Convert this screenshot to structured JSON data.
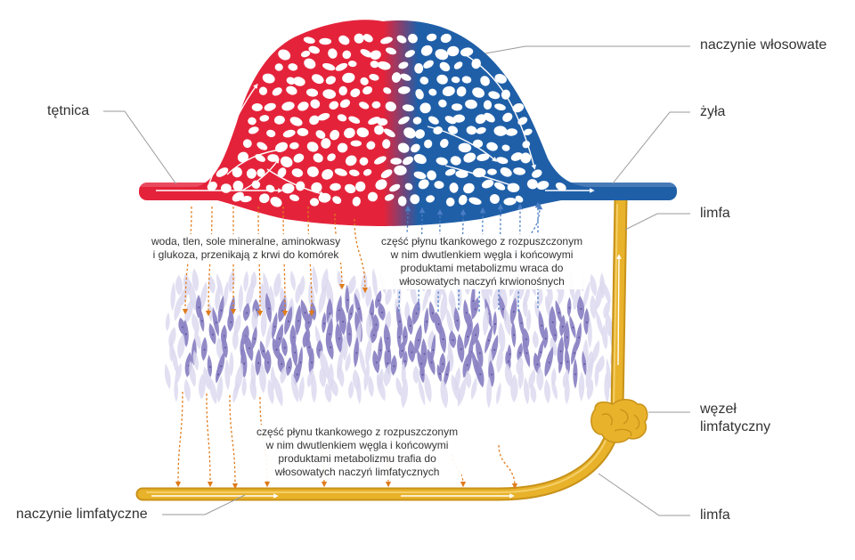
{
  "labels": {
    "capillary": "naczynie włosowate",
    "artery": "tętnica",
    "vein": "żyła",
    "lymph_top": "limfa",
    "lymph_node_line1": "węzeł",
    "lymph_node_line2": "limfatyczny",
    "lymph_vessel": "naczynie limfatyczne",
    "lymph_bottom": "limfa"
  },
  "captions": {
    "to_cells": [
      "woda, tlen, sole mineralne, aminokwasy",
      "i glukoza, przenikają z krwi do komórek"
    ],
    "to_blood": [
      "część płynu tkankowego z rozpuszczonym",
      "w nim dwutlenkiem węgla i końcowymi",
      "produktami metabolizmu wraca do",
      "włosowatych naczyń krwionośnych"
    ],
    "to_lymph": [
      "część płynu tkankowego z rozpuszczonym",
      "w nim dwutlenkiem węgla i końcowymi",
      "produktami metabolizmu trafia do",
      "włosowatych naczyń limfatycznych"
    ]
  },
  "colors": {
    "arterial": "#e4233a",
    "venous": "#1f5fa8",
    "lymph": "#e8b22a",
    "lymph_dark": "#c8921a",
    "cells": "#8c84c4",
    "cells_light": "#dcd9ee",
    "diffusion_out": "#e07b1a",
    "diffusion_in": "#4a7ec4",
    "leader": "#9a9a9a"
  }
}
